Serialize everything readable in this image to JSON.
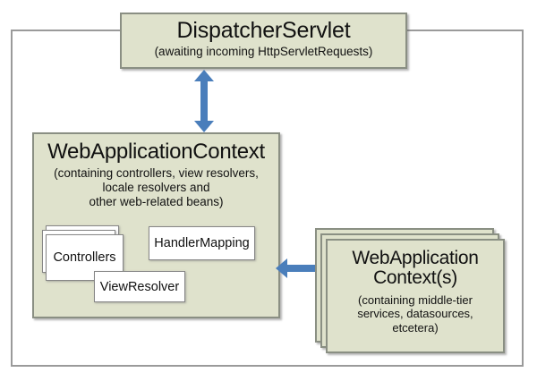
{
  "diagram": {
    "kind": "spring-mvc-context-hierarchy",
    "accent_color": "#4a7ebb",
    "box_fill": "#dfe2cc",
    "box_border": "#8a8f83",
    "frame_border": "#9a9a9a",
    "inner_box_fill": "#ffffff"
  },
  "dispatcher_servlet": {
    "title": "DispatcherServlet",
    "subtitle": "(awaiting incoming HttpServletRequests)"
  },
  "web_application_context": {
    "title": "WebApplicationContext",
    "subtitle_line1": "(containing controllers, view resolvers,",
    "subtitle_line2": "locale resolvers and",
    "subtitle_line3": "other web-related beans)",
    "beans": [
      {
        "label": "Controllers",
        "stacked": "true"
      },
      {
        "label": "HandlerMapping",
        "stacked": "false"
      },
      {
        "label": "ViewResolver",
        "stacked": "false"
      }
    ]
  },
  "root_application_context": {
    "title_line1": "WebApplication",
    "title_line2": "Context(s)",
    "subtitle_line1": "(containing middle-tier",
    "subtitle_line2": "services, datasources,",
    "subtitle_line3": "etcetera)"
  },
  "connectors": [
    {
      "name": "dispatcher-to-web-context",
      "orientation": "vertical",
      "heads": "both"
    },
    {
      "name": "web-context-to-root-context",
      "orientation": "horizontal",
      "heads": "both"
    }
  ]
}
